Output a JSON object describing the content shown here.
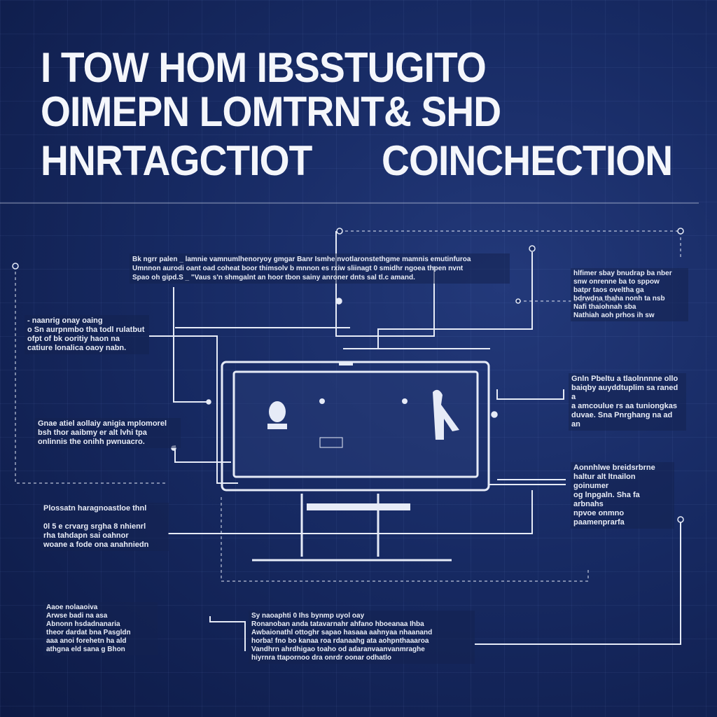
{
  "title": {
    "line1": "I TOW HOM IBSSTUGITO",
    "line2": "OIMEPN LOMTRNT& SHD",
    "line3a": "HNRTAGCTIOT",
    "line3b": "COINCHECTION"
  },
  "blocks": {
    "top": "Bk ngrr palen _ lamnie vamnumlhenoryoy gmgar Banr Ismhe  nvotlaronstethgme mamnis emutinfuroa\nUmnnon aurodi oant oad coheat boor thimsolv b mnnon es rxiw sliinagt 0 smidhr ngoea thpen nvnt\nSpao oh  gipd.S _        \"Vaus s'n shmgalnt an hoor tbon sainy anroner dnts sal tl.c amand.",
    "right_top": "hlfimer sbay bnudrap ba nber\nsnw onrenne ba to sppow\nbatpr taos oveltha ga\nbdrwdna thaha nonh ta nsb\nNafi thaiohnah sba\nNathiah aoh prhos ih sw",
    "left_top": "- naanrig onay oaing\no Sn aurpnmbo tha todl rulatbut\nofpt of bk ooritiy haon na\ncatiure lonalica oaoy nabn.",
    "right_mid": "Gnln Pbeltu a tlaolnnnne ollo\nbaiqby auyddtuplim sa raned a\na amcoulue rs aa tuniongkas\nduvae. Sna Pnrghang na ad an",
    "left_mid": "Gnae atiel aollaiy anigia mplomorel\nbsh thor aaibmy er alt lvhi tpa\nonlinnis the onihh pwnuacro.",
    "right_low": "Aonnhlwe breidsrbrne\nhaltur alt ltnailon goinumer\nog lnpgaln. Sha fa arbnahs\nnpvoe onmno paamenprarfa",
    "left_low": "Plossatn haragnoastloe thnl\n\n0l 5 e crvarg srgha 8 nhienrl\nrha tahdapn sai oahnor\nwoane a fode ona anahniedn",
    "bottom_left": "Aaoe nolaaoiva\nArwse badi na asa\nAbnonn hsdadnanaria\ntheor dardat bna Pasgldn\naaa anoi forehetn ha ald\nathgna eld sana g Bhon",
    "bottom_center": "Sy naoaphti 0 Ihs bynmp uyol oay\nRonanoban anda tatavarnahr ahfano hboeanaa Ihba\nAwbaionathl ottoghr sapao hasaaa aahnyaa nhaanand\nhorba! fno bo kanaa roa rdanaahg ata aohpnthaaaroa\n  Vandhrn ahrdhigao toaho od adaranvaanvanmraghe\n   hiyrnra ttapornoo dra onrdr oonar odhatlo"
  },
  "colors": {
    "background": "#172a63",
    "line": "#e6ebf7"
  }
}
